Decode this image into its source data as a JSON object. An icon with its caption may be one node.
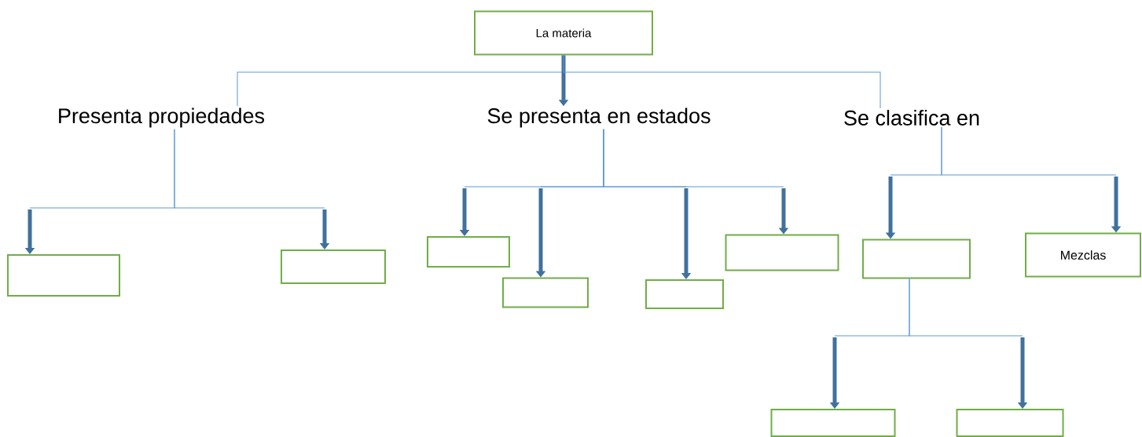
{
  "diagram": {
    "nodes": [
      {
        "text": [
          "La materia"
        ]
      },
      {
        "text": [
          "Presenta propiedades"
        ]
      },
      {
        "text": [
          "Se presenta en estados"
        ]
      },
      {
        "text": [
          "Se clasifica en"
        ]
      },
      {
        "text": [],
        "shape": "box"
      },
      {
        "text": [],
        "shape": "box"
      },
      {
        "text": [],
        "shape": "box"
      },
      {
        "text": [],
        "shape": "box"
      },
      {
        "text": [],
        "shape": "box"
      },
      {
        "text": [],
        "shape": "box"
      },
      {
        "text": [],
        "shape": "box"
      },
      {
        "text": [
          "Mezclas"
        ]
      },
      {
        "text": [],
        "shape": "box"
      },
      {
        "text": [],
        "shape": "box"
      }
    ],
    "edges": [
      {
        "from": 0,
        "to": 1,
        "arrow": "none"
      },
      {
        "from": 0,
        "to": 2,
        "arrow": "to",
        "style": "thick"
      },
      {
        "from": 0,
        "to": 3,
        "arrow": "none"
      },
      {
        "from": 1,
        "to": 4,
        "arrow": "to"
      },
      {
        "from": 1,
        "to": 5,
        "arrow": "to"
      },
      {
        "from": 2,
        "to": 6,
        "arrow": "to"
      },
      {
        "from": 2,
        "to": 7,
        "arrow": "to"
      },
      {
        "from": 2,
        "to": 8,
        "arrow": "to"
      },
      {
        "from": 2,
        "to": 9,
        "arrow": "to"
      },
      {
        "from": 3,
        "to": 10,
        "arrow": "to"
      },
      {
        "from": 3,
        "to": 11,
        "arrow": "to"
      },
      {
        "from": 10,
        "to": 12,
        "arrow": "to"
      },
      {
        "from": 10,
        "to": 13,
        "arrow": "to"
      }
    ]
  }
}
